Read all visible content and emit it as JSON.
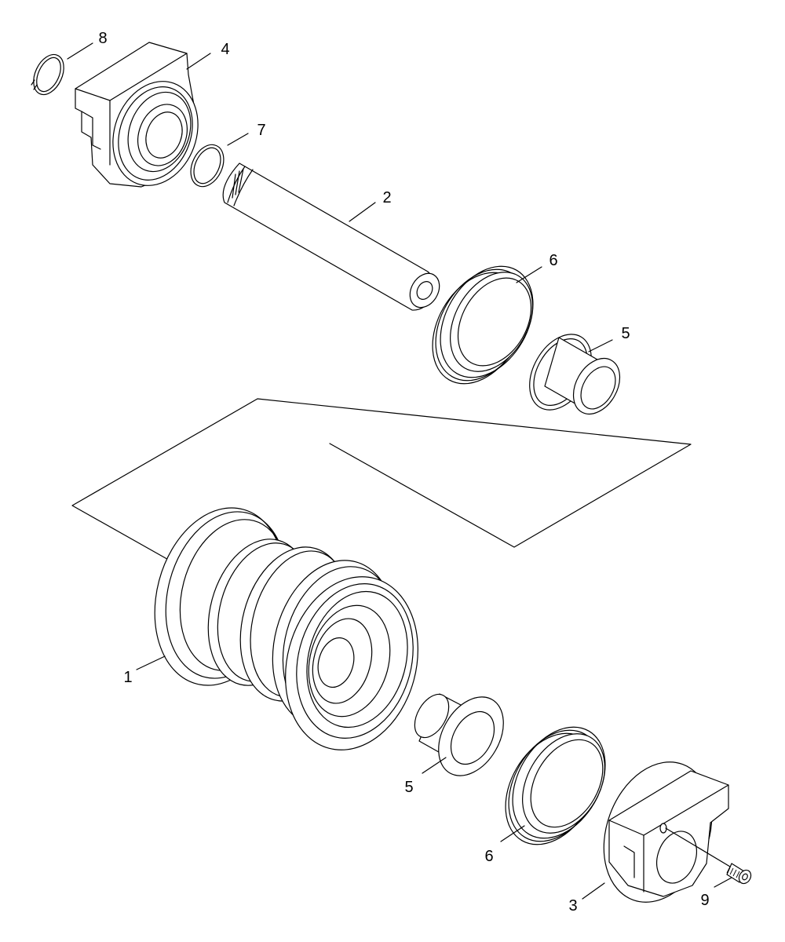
{
  "callouts": {
    "c1": "1",
    "c2": "2",
    "c3": "3",
    "c4": "4",
    "c5_top": "5",
    "c5_bottom": "5",
    "c6_top": "6",
    "c6_bottom": "6",
    "c7": "7",
    "c8": "8",
    "c9": "9"
  }
}
